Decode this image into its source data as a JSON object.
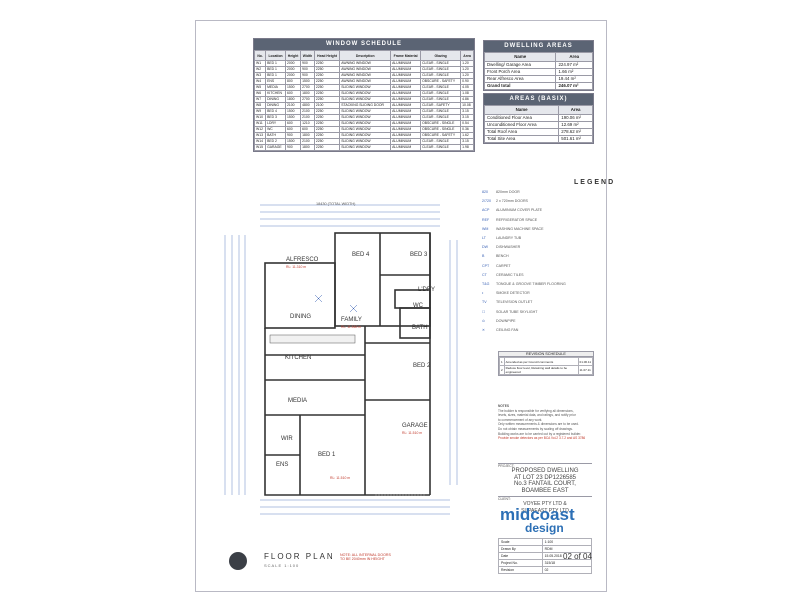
{
  "window_schedule": {
    "title": "WINDOW SCHEDULE",
    "columns": [
      "No.",
      "Location",
      "Height",
      "Width",
      "Head Height",
      "Description",
      "Frame Material",
      "Glazing",
      "Area"
    ],
    "rows": [
      [
        "W1",
        "BED 1",
        "2000",
        "900",
        "2250",
        "AWNING WINDOW",
        "ALUMINIUM",
        "CLEAR - SINGLE",
        "1.20"
      ],
      [
        "W2",
        "BED 1",
        "2000",
        "900",
        "2250",
        "AWNING WINDOW",
        "ALUMINIUM",
        "CLEAR - SINGLE",
        "1.20"
      ],
      [
        "W3",
        "BED 1",
        "2000",
        "900",
        "2250",
        "AWNING WINDOW",
        "ALUMINIUM",
        "CLEAR - SINGLE",
        "1.20"
      ],
      [
        "W4",
        "ENS",
        "800",
        "1500",
        "2250",
        "AWNING WINDOW",
        "ALUMINIUM",
        "OBSCURE - SAFETY",
        "0.90"
      ],
      [
        "W5",
        "MEDIA",
        "1500",
        "2700",
        "2250",
        "SLIDING WINDOW",
        "ALUMINIUM",
        "CLEAR - SINGLE",
        "4.05"
      ],
      [
        "W6",
        "KITCHEN",
        "600",
        "1800",
        "2250",
        "SLIDING WINDOW",
        "ALUMINIUM",
        "CLEAR - SINGLE",
        "1.08"
      ],
      [
        "W7",
        "DINING",
        "1800",
        "2700",
        "2250",
        "SLIDING WINDOW",
        "ALUMINIUM",
        "CLEAR - SINGLE",
        "4.86"
      ],
      [
        "W8",
        "DINING",
        "2100",
        "4800",
        "2100",
        "STACKING SLIDING DOOR",
        "ALUMINIUM",
        "CLEAR - SAFETY",
        "10.08"
      ],
      [
        "W9",
        "BED 4",
        "1500",
        "2100",
        "2250",
        "SLIDING WINDOW",
        "ALUMINIUM",
        "CLEAR - SINGLE",
        "3.15"
      ],
      [
        "W10",
        "BED 3",
        "1500",
        "2100",
        "2250",
        "SLIDING WINDOW",
        "ALUMINIUM",
        "CLEAR - SINGLE",
        "3.15"
      ],
      [
        "W11",
        "LDRY",
        "600",
        "1210",
        "2250",
        "SLIDING WINDOW",
        "ALUMINIUM",
        "OBSCURE - SINGLE",
        "0.54"
      ],
      [
        "W12",
        "WC",
        "600",
        "600",
        "2250",
        "SLIDING WINDOW",
        "ALUMINIUM",
        "OBSCURE - SINGLE",
        "0.36"
      ],
      [
        "W13",
        "BATH",
        "900",
        "1800",
        "2250",
        "SLIDING WINDOW",
        "ALUMINIUM",
        "OBSCURE - SAFETY",
        "1.62"
      ],
      [
        "W14",
        "BED 2",
        "1500",
        "2100",
        "2250",
        "SLIDING WINDOW",
        "ALUMINIUM",
        "CLEAR - SINGLE",
        "3.15"
      ],
      [
        "W15",
        "GARAGE",
        "900",
        "1800",
        "2250",
        "SLIDING WINDOW",
        "ALUMINIUM",
        "CLEAR - SINGLE",
        "1.98"
      ]
    ]
  },
  "dwelling_areas": {
    "title": "DWELLING AREAS",
    "header": [
      "Name",
      "Area"
    ],
    "rows": [
      [
        "Dwelling/ Garage Area",
        "224.97 m²"
      ],
      [
        "Front Porch Area",
        "1.66 m²"
      ],
      [
        "Rear Alfresco Area",
        "19.44 m²"
      ],
      [
        "Grand total",
        "246.07 m²"
      ]
    ]
  },
  "areas_basix": {
    "title": "AREAS (BASIX)",
    "header": [
      "Name",
      "Area"
    ],
    "rows": [
      [
        "Conditioned Floor Area",
        "190.06 m²"
      ],
      [
        "Unconditioned Floor Area",
        "12.69 m²"
      ],
      [
        "Total Roof Area",
        "278.62 m²"
      ],
      [
        "Total Site Area",
        "501.61 m²"
      ]
    ]
  },
  "legend": {
    "title": "LEGEND",
    "items": [
      {
        "code": "820",
        "text": "820mm DOOR"
      },
      {
        "code": "2/720",
        "text": "2 x 720mm DOORS"
      },
      {
        "code": "ACP",
        "text": "ALUMINIUM COVER PLATE"
      },
      {
        "code": "REF",
        "text": "REFRIGERATOR SPACE"
      },
      {
        "code": "WM",
        "text": "WASHING MACHINE SPACE"
      },
      {
        "code": "LT",
        "text": "LAUNDRY TUB"
      },
      {
        "code": "DW",
        "text": "DISHWASHER"
      },
      {
        "code": "B",
        "text": "BENCH"
      },
      {
        "code": "CPT",
        "text": "CARPET"
      },
      {
        "code": "CT",
        "text": "CERAMIC TILES"
      },
      {
        "code": "T&G",
        "text": "TONGUE & GROOVE TIMBER FLOORING"
      },
      {
        "code": "◐",
        "text": "SMOKE DETECTOR"
      },
      {
        "code": "TV",
        "text": "TELEVISION OUTLET"
      },
      {
        "code": "☐",
        "text": "SOLAR TUBE SKYLIGHT"
      },
      {
        "code": "⊙",
        "text": "DOWNPIPE"
      },
      {
        "code": "✕",
        "text": "CEILING FAN"
      }
    ]
  },
  "plan": {
    "overall_width": "18430 (TOTAL WIDTH)",
    "rooms": {
      "alfresco": "ALFRESCO",
      "bed4": "BED 4",
      "bed3": "BED 3",
      "ldry": "L'DRY",
      "wc": "WC",
      "bath": "BATH",
      "dining": "DINING",
      "family": "FAMILY",
      "kitchen": "KITCHEN",
      "bed2": "BED 2",
      "media": "MEDIA",
      "garage": "GARAGE",
      "wir": "WIR",
      "bed1": "BED 1",
      "ens": "ENS"
    },
    "rl_levels": {
      "alfresco": "RL: 11.310 m",
      "family": "RL: 11.560 m",
      "garage": "RL: 11.510 m",
      "bed1": "RL: 11.510 m"
    }
  },
  "drawing": {
    "title": "FLOOR PLAN",
    "scale": "SCALE 1:100",
    "note": "NOTE: ALL INTERNAL DOORS TO BE 2040mm IN HEIGHT"
  },
  "revision_schedule": {
    "title": "REVISION SCHEDULE",
    "rows": [
      [
        "1",
        "Amended as per Council comments",
        "01.06.11"
      ],
      [
        "2",
        "Reduce floor level, Retaining wall details to be engineered",
        "11.07.11"
      ]
    ]
  },
  "notes": {
    "title": "NOTES",
    "lines": [
      "The builder is responsible for verifying all dimensions,",
      "levels, sizes, material data, and ratings, and notify prior",
      "to commencement of any work.",
      "Only written measurements & dimensions are to be used.",
      "Do not obtain measurements by scaling off drawings.",
      "Building works are to be carried out by a registered builder.",
      "Provide smoke detectors as per BCA Vol.2 3.7.2 and AS 3786"
    ]
  },
  "project": {
    "label": "PROJECT:",
    "title_lines": [
      "PROPOSED DWELLING",
      "AT LOT 23 DP1226585",
      "No.3 FANTAIL COURT,",
      "BOAMBEE EAST"
    ],
    "client_label": "CLIENT:",
    "client_lines": [
      "VOYEE PTY LTD &",
      "SUPAEAST PTY LTD"
    ]
  },
  "brand": {
    "name_a": "midcoast",
    "name_b": "design",
    "color": "#2c6fb5"
  },
  "title_block": {
    "rows": [
      [
        "Scale",
        "1:100"
      ],
      [
        "Drawn By",
        "RDM"
      ],
      [
        "Date",
        "15.05.2018"
      ],
      [
        "Project No.",
        "315/18"
      ],
      [
        "Revision",
        "02"
      ]
    ],
    "sheet": "02 of 04"
  }
}
